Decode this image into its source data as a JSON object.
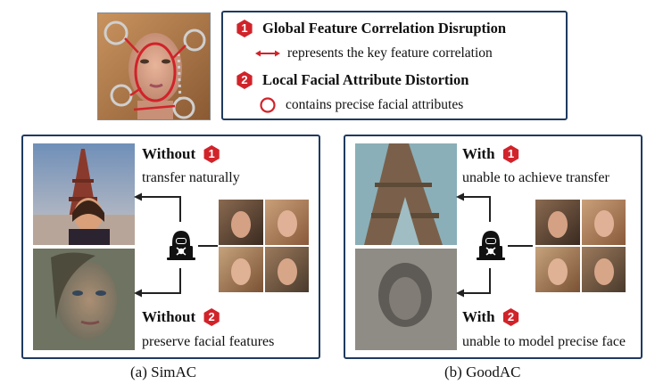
{
  "legend": {
    "item1": {
      "number": "1",
      "title": "Global Feature Correlation Disruption",
      "desc": "represents the key feature correlation"
    },
    "item2": {
      "number": "2",
      "title": "Local Facial Attribute Distortion",
      "desc": "contains precise facial attributes"
    }
  },
  "panels": {
    "left": {
      "top_label_prefix": "Without",
      "top_badge": "1",
      "top_desc": "transfer naturally",
      "bottom_label_prefix": "Without",
      "bottom_badge": "2",
      "bottom_desc": "preserve facial features",
      "caption": "(a) SimAC"
    },
    "right": {
      "top_label_prefix": "With",
      "top_badge": "1",
      "top_desc": "unable to achieve transfer",
      "bottom_label_prefix": "With",
      "bottom_badge": "2",
      "bottom_desc": "unable to model precise face",
      "caption": "(b) GoodAC"
    }
  },
  "colors": {
    "accent_red": "#d1232a",
    "panel_border": "#1f3a5f",
    "arrow": "#222222"
  },
  "icons": [
    "hacker-laptop-icon",
    "double-arrow-icon",
    "circle-outline-icon",
    "badge-1-icon",
    "badge-2-icon"
  ]
}
